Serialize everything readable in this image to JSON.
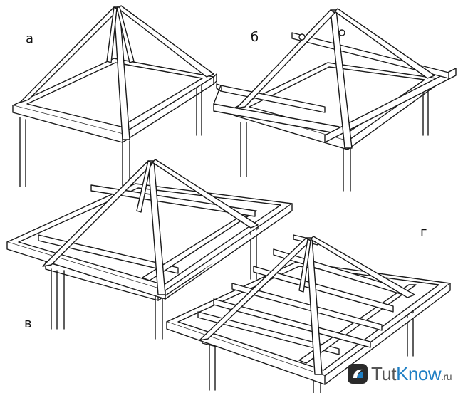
{
  "labels": {
    "a": "а",
    "b": "б",
    "v": "в",
    "g": "г"
  },
  "watermark": {
    "part1": "Tut",
    "part2": "Know",
    "part3": ".ru",
    "colors": {
      "primary": "#1f7fc4",
      "gray": "#555555"
    }
  },
  "palette": {
    "line": "#1a1a1a",
    "fill": "#ffffff"
  }
}
